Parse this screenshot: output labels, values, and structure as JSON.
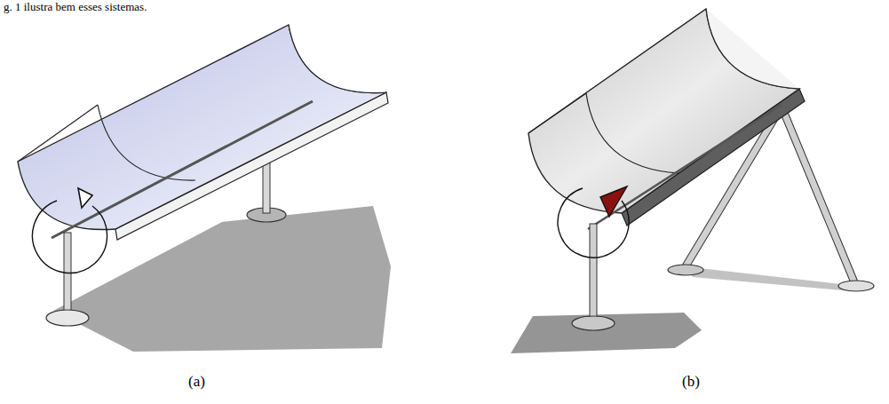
{
  "diagram": {
    "labels": [
      "g. 1 ilustra bem esses sistemas.",
      "(a)",
      "(b)"
    ]
  }
}
